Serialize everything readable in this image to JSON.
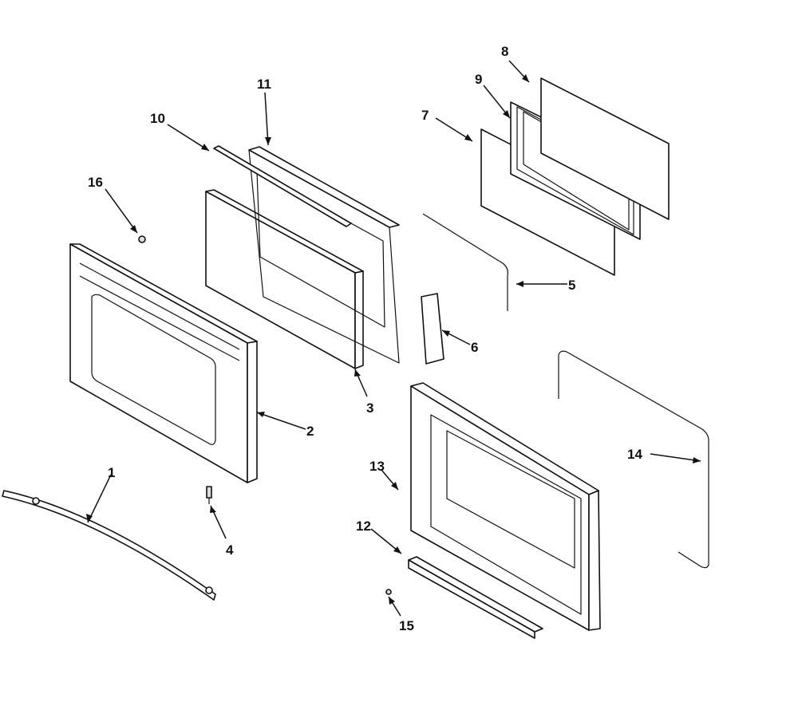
{
  "callouts": [
    {
      "id": "c1",
      "text": "1"
    },
    {
      "id": "c2",
      "text": "2"
    },
    {
      "id": "c3",
      "text": "3"
    },
    {
      "id": "c4",
      "text": "4"
    },
    {
      "id": "c5",
      "text": "5"
    },
    {
      "id": "c6",
      "text": "6"
    },
    {
      "id": "c7",
      "text": "7"
    },
    {
      "id": "c8",
      "text": "8"
    },
    {
      "id": "c9",
      "text": "9"
    },
    {
      "id": "c10",
      "text": "10"
    },
    {
      "id": "c11",
      "text": "11"
    },
    {
      "id": "c12",
      "text": "12"
    },
    {
      "id": "c13",
      "text": "13"
    },
    {
      "id": "c14",
      "text": "14"
    },
    {
      "id": "c15",
      "text": "15"
    },
    {
      "id": "c16",
      "text": "16"
    }
  ],
  "colors": {
    "line": "#111111",
    "background": "#ffffff"
  }
}
